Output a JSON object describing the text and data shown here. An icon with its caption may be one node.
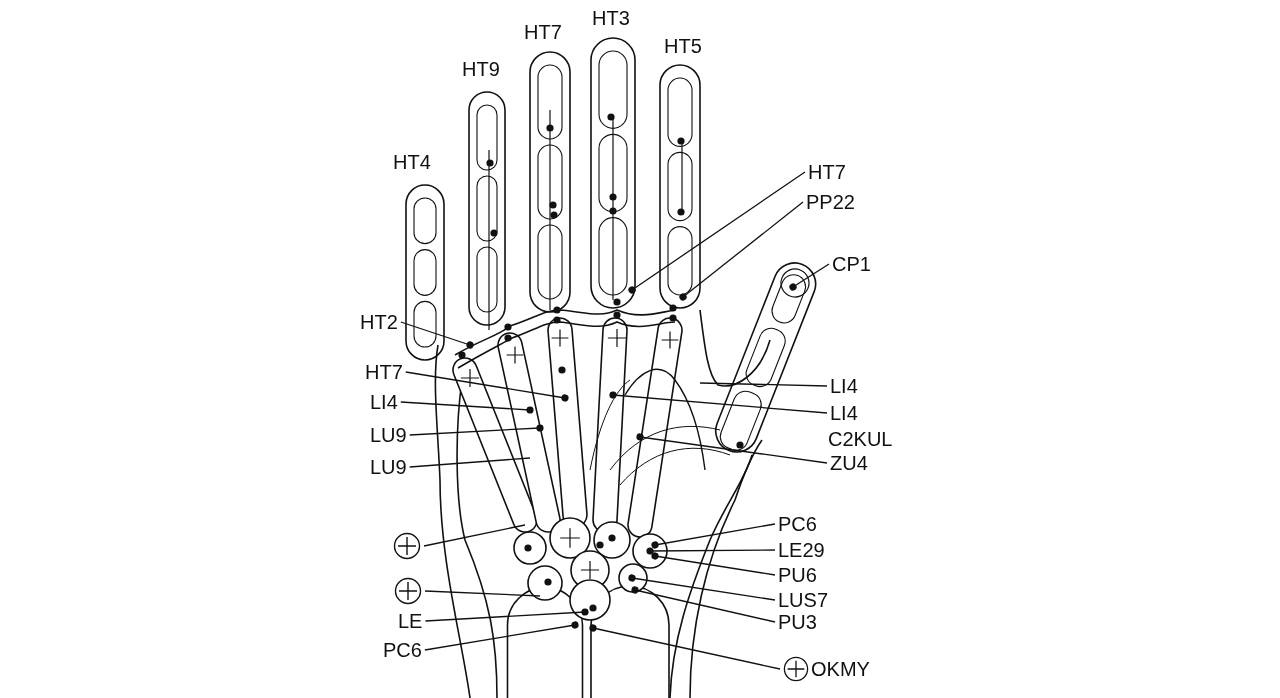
{
  "diagram": {
    "nodes": [
      {
        "text": [
          "HT2"
        ]
      },
      {
        "text": [
          "HT7"
        ]
      },
      {
        "text": [
          "LI4"
        ]
      },
      {
        "text": [
          "LU9"
        ]
      },
      {
        "text": [
          "LU9"
        ]
      },
      {
        "text": [
          "HT7"
        ]
      },
      {
        "text": [
          "PP22"
        ]
      },
      {
        "text": [
          "CP1"
        ]
      },
      {
        "text": [
          "LI4"
        ]
      },
      {
        "text": [
          "LI4"
        ]
      },
      {
        "text": [
          "ZU4"
        ]
      },
      {
        "text": [
          "PC6"
        ]
      },
      {
        "text": [
          "LE29"
        ]
      },
      {
        "text": [
          "PU6"
        ]
      },
      {
        "text": [
          "LUS7"
        ]
      },
      {
        "text": [
          "PU3"
        ]
      },
      {
        "text": [],
        "shape": "circle"
      },
      {
        "text": [],
        "shape": "circle"
      },
      {
        "text": [
          "LE"
        ]
      },
      {
        "text": [
          "PC6"
        ]
      },
      {
        "text": [
          "OKMY"
        ]
      }
    ],
    "edges": [
      {
        "from": 0,
        "to": null,
        "arrow": "other"
      },
      {
        "from": 1,
        "to": null,
        "arrow": "other"
      },
      {
        "from": 2,
        "to": null,
        "arrow": "other"
      },
      {
        "from": 3,
        "to": null,
        "arrow": "other"
      },
      {
        "from": 4,
        "to": null,
        "arrow": "none"
      },
      {
        "from": 5,
        "to": null,
        "arrow": "other"
      },
      {
        "from": 6,
        "to": null,
        "arrow": "other"
      },
      {
        "from": 7,
        "to": null,
        "arrow": "other"
      },
      {
        "from": 8,
        "to": null,
        "arrow": "none"
      },
      {
        "from": 9,
        "to": null,
        "arrow": "other"
      },
      {
        "from": 10,
        "to": null,
        "arrow": "other"
      },
      {
        "from": 11,
        "to": null,
        "arrow": "other"
      },
      {
        "from": 12,
        "to": null,
        "arrow": "other"
      },
      {
        "from": 13,
        "to": null,
        "arrow": "other"
      },
      {
        "from": 14,
        "to": null,
        "arrow": "other"
      },
      {
        "from": 15,
        "to": null,
        "arrow": "other"
      },
      {
        "from": 16,
        "to": null,
        "arrow": "none"
      },
      {
        "from": 17,
        "to": null,
        "arrow": "none"
      },
      {
        "from": 18,
        "to": null,
        "arrow": "other"
      },
      {
        "from": 19,
        "to": null,
        "arrow": "other"
      },
      {
        "from": 20,
        "to": null,
        "arrow": "other"
      }
    ],
    "labels": [
      "HT3",
      "HT7",
      "HT5",
      "HT9",
      "HT4",
      "C2KUL"
    ]
  }
}
